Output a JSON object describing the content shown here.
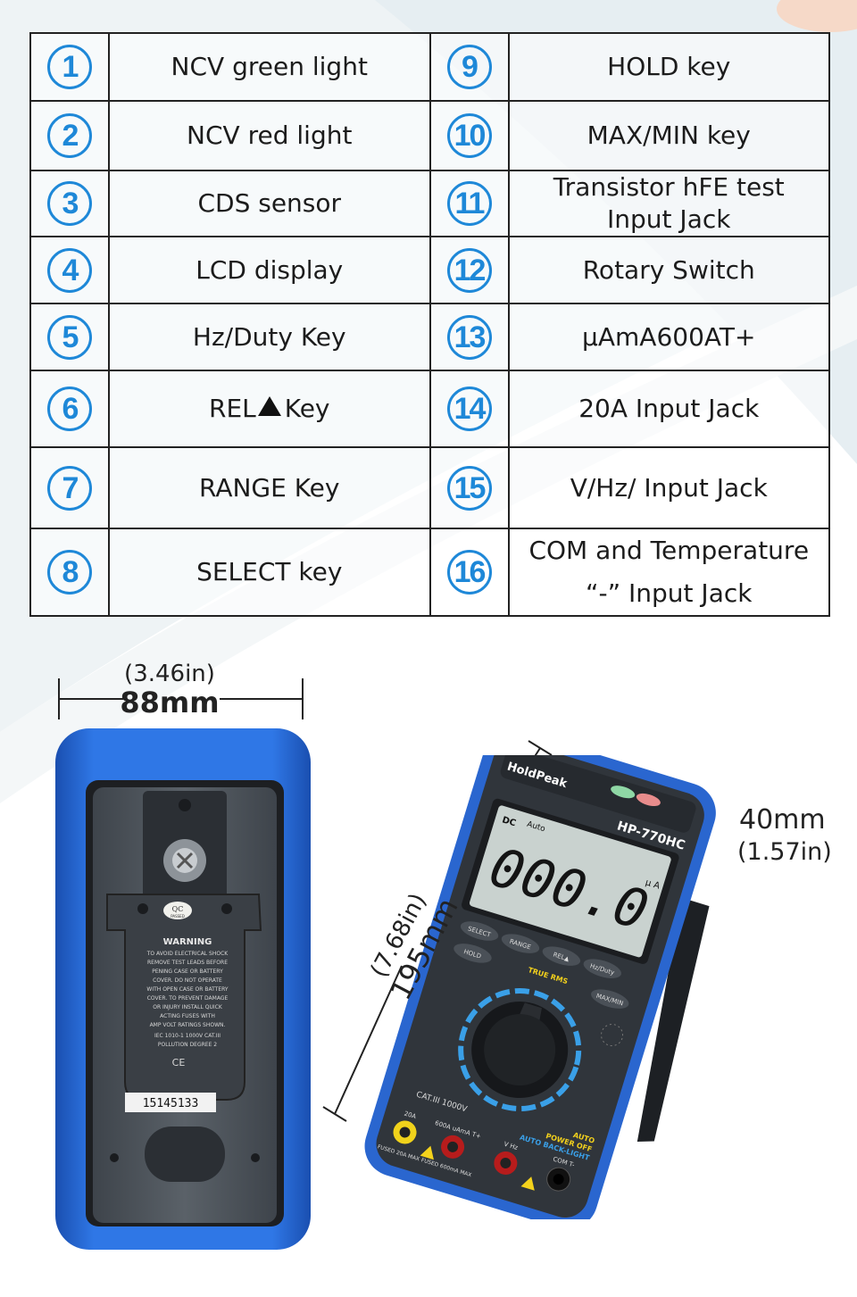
{
  "legend": {
    "rows": [
      {
        "left_num": "1",
        "left_label": "NCV green light",
        "right_num": "9",
        "right_label": "HOLD key"
      },
      {
        "left_num": "2",
        "left_label": "NCV red light",
        "right_num": "10",
        "right_label": "MAX/MIN key"
      },
      {
        "left_num": "3",
        "left_label": "CDS sensor",
        "right_num": "11",
        "right_label": "Transistor hFE test",
        "right_label2": "Input Jack"
      },
      {
        "left_num": "4",
        "left_label": "LCD display",
        "right_num": "12",
        "right_label": "Rotary Switch"
      },
      {
        "left_num": "5",
        "left_label": "Hz/Duty Key",
        "right_num": "13",
        "right_label": "µAmA600AT+"
      },
      {
        "left_num": "6",
        "left_label": "REL",
        "left_suffix": "Key",
        "right_num": "14",
        "right_label": "20A Input Jack"
      },
      {
        "left_num": "7",
        "left_label": "RANGE Key",
        "right_num": "15",
        "right_label": "V/Hz/ Input Jack"
      },
      {
        "left_num": "8",
        "left_label": "SELECT key",
        "right_num": "16",
        "right_label": "COM and Temperature",
        "right_label2": "“-” Input Jack"
      }
    ]
  },
  "dimensions": {
    "width_in": "(3.46in)",
    "width_mm": "88mm",
    "height_in": "(7.68in)",
    "height_mm": "195mm",
    "depth_mm": "40mm",
    "depth_in": "(1.57in)"
  },
  "back_view": {
    "qc_label": "QC",
    "qc_sub": "PASSED",
    "warning_title": "WARNING",
    "warning_lines": [
      "TO AVOID ELECTRICAL SHOCK",
      "REMOVE TEST LEADS BEFORE",
      "PENING CASE OR BATTERY",
      "COVER. DO NOT OPERATE",
      "WITH OPEN CASE OR BATTERY",
      "COVER. TO PREVENT DAMAGE",
      "OR INJURY INSTALL QUICK",
      "ACTING FUSES WITH",
      "AMP VOLT RATINGS SHOWN.",
      "IEC 1010-1 1000V CAT.III",
      "POLLUTION DEGREE 2"
    ],
    "marks": "CE",
    "serial": "15145133"
  },
  "front_view": {
    "brand": "HoldPeak",
    "model": "HP-770HC",
    "lcd_mode": "DC",
    "lcd_auto": "Auto",
    "lcd_value": "000.0",
    "lcd_unit": "µ A",
    "keys": [
      "SELECT",
      "RANGE",
      "HOLD",
      "REL▲",
      "Hz/Duty",
      "MAX/MIN"
    ],
    "true_rms": "TRUE RMS",
    "cat": "CAT.III 1000V",
    "auto_text": [
      "AUTO",
      "POWER OFF",
      "AUTO BACK-LIGHT"
    ],
    "jacks": [
      "20A",
      "600A uAmA T+",
      "V Hz",
      "COM T-"
    ],
    "fuse_labels": [
      "FUSED 20A MAX",
      "FUSED 600mA MAX"
    ]
  },
  "colors": {
    "accent": "#1e88d8",
    "case_blue": "#2a6fd6",
    "body_dark": "#2f3338",
    "lcd": "#c9d2cf"
  }
}
